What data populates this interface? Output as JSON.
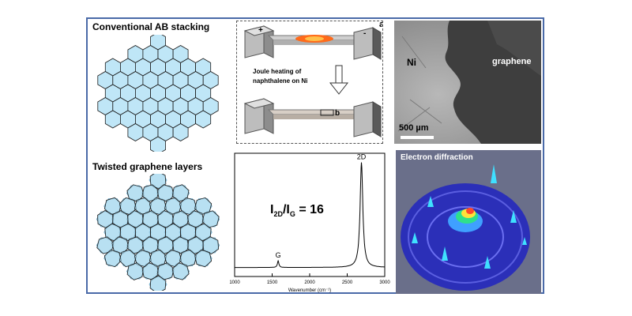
{
  "labels": {
    "ab_stacking": "Conventional AB stacking",
    "twisted_layers": "Twisted graphene layers",
    "heating_caption_line1": "Joule heating of",
    "heating_caption_line2": "naphthalene on Ni",
    "label_a": "a",
    "label_b": "b",
    "plus_sign": "+",
    "minus_sign": "-",
    "ni_label": "Ni",
    "graphene_label": "graphene",
    "scale_bar": "500 µm",
    "electron_diffraction": "Electron diffraction"
  },
  "colors": {
    "frame": "#4a6aa8",
    "hex_fill": "#bfe6f7",
    "hex_stroke": "#1a1a1a",
    "twisted_fill": "#a9d8ef",
    "heater_hot": "#ff6a1a",
    "diffraction_bg": "#6a6f8a"
  },
  "chart_data": {
    "type": "line",
    "title": "",
    "xlabel": "Wavenumber (cm⁻¹)",
    "ylabel": "",
    "xlim": [
      1000,
      3000
    ],
    "x_ticks": [
      "1000",
      "1500",
      "2000",
      "2500",
      "3000"
    ],
    "annotation_main": "I",
    "annotation_sub1": "2D",
    "annotation_slash": "/I",
    "annotation_sub2": "G",
    "annotation_eq": " = 16",
    "peaks": [
      {
        "name": "G",
        "x": 1580,
        "height": 0.06
      },
      {
        "name": "2D",
        "x": 2690,
        "height": 0.95
      }
    ],
    "grid": false
  }
}
